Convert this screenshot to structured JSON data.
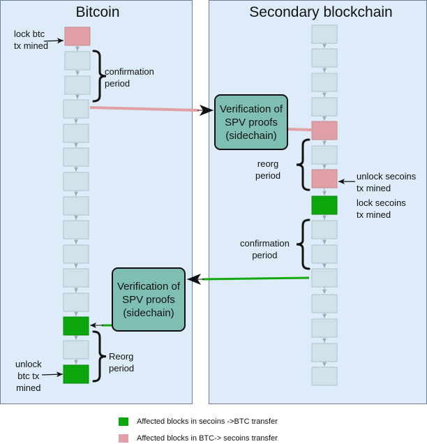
{
  "colors": {
    "panel_bg": "#deebf8",
    "block": "#cfe3e9",
    "block_border": "#a9c4cc",
    "pink": "#e0a0a5",
    "green": "#0da60d",
    "verify_box": "#7fbfb3",
    "pink_arrow": "#e0a0a5",
    "green_arrow": "#12a812"
  },
  "bitcoin": {
    "title": "Bitcoin",
    "lock_label": "lock btc\ntx mined",
    "confirmation_label": "confirmation\nperiod",
    "reorg_label": "Reorg\nperiod",
    "unlock_label": "unlock\nbtc tx\nmined",
    "verify_box": "Verification of\nSPV proofs\n(sidechain)"
  },
  "secondary": {
    "title": "Secondary blockchain",
    "verify_box": "Verification of\nSPV proofs\n(sidechain)",
    "reorg_label": "reorg\nperiod",
    "unlock_label": "unlock secoins\ntx mined",
    "lock_label": "lock secoins\ntx mined",
    "confirmation_label": "confirmation\nperiod"
  },
  "legend": [
    {
      "color": "#0da60d",
      "label": "Affected blocks in secoins ->BTC transfer"
    },
    {
      "color": "#e0a0a5",
      "label": "Affected blocks in BTC-> secoins transfer"
    }
  ]
}
